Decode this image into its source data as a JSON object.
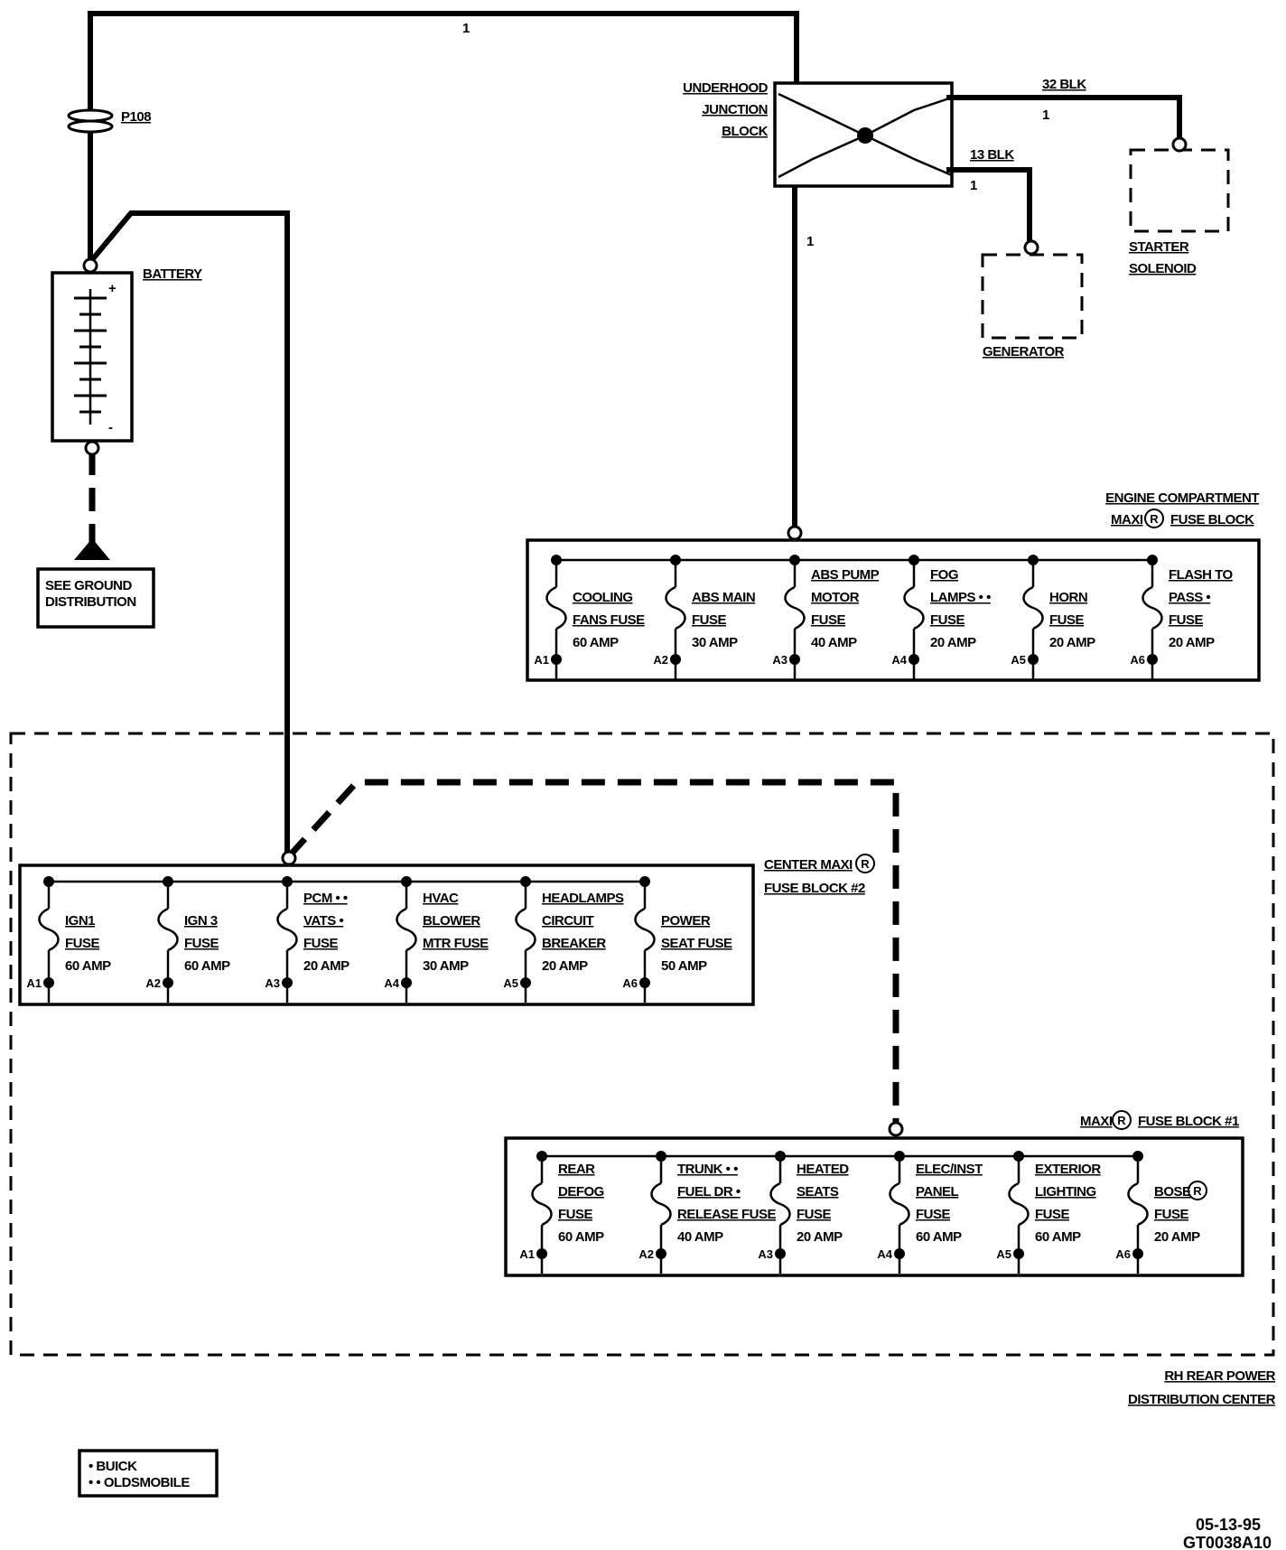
{
  "components": {
    "battery": {
      "label": "BATTERY",
      "plus": "+",
      "minus": "-"
    },
    "p108": {
      "label": "P108"
    },
    "ground": {
      "line1": "SEE GROUND",
      "line2": "DISTRIBUTION"
    },
    "junction": {
      "line1": "UNDERHOOD",
      "line2": "JUNCTION",
      "line3": "BLOCK"
    },
    "generator": {
      "label": "GENERATOR"
    },
    "starter": {
      "line1": "STARTER",
      "line2": "SOLENOID"
    }
  },
  "wires": {
    "top": "1",
    "junction_down": "1",
    "starter_wire": "32 BLK",
    "starter_num": "1",
    "generator_wire": "13 BLK",
    "generator_num": "1"
  },
  "engine_block": {
    "title1": "ENGINE COMPARTMENT",
    "title2a": "MAXI",
    "title2b": "FUSE BLOCK",
    "fuses": [
      {
        "pin": "A1",
        "lines": [
          "COOLING",
          "FANS FUSE"
        ],
        "amp": "60 AMP"
      },
      {
        "pin": "A2",
        "lines": [
          "ABS MAIN",
          "FUSE"
        ],
        "amp": "30 AMP"
      },
      {
        "pin": "A3",
        "lines": [
          "ABS PUMP",
          "MOTOR",
          "FUSE"
        ],
        "amp": "40 AMP"
      },
      {
        "pin": "A4",
        "lines": [
          "FOG",
          "LAMPS • •",
          "FUSE"
        ],
        "amp": "20 AMP"
      },
      {
        "pin": "A5",
        "lines": [
          "HORN",
          "FUSE"
        ],
        "amp": "20 AMP"
      },
      {
        "pin": "A6",
        "lines": [
          "FLASH TO",
          "PASS •",
          "FUSE"
        ],
        "amp": "20 AMP"
      }
    ]
  },
  "center_block": {
    "title1a": "CENTER MAXI",
    "title2": "FUSE BLOCK #2",
    "fuses": [
      {
        "pin": "A1",
        "lines": [
          "IGN1",
          "FUSE"
        ],
        "amp": "60 AMP"
      },
      {
        "pin": "A2",
        "lines": [
          "IGN 3",
          "FUSE"
        ],
        "amp": "60 AMP"
      },
      {
        "pin": "A3",
        "lines": [
          "PCM • •",
          "VATS •",
          "FUSE"
        ],
        "amp": "20 AMP"
      },
      {
        "pin": "A4",
        "lines": [
          "HVAC",
          "BLOWER",
          "MTR FUSE"
        ],
        "amp": "30 AMP"
      },
      {
        "pin": "A5",
        "lines": [
          "HEADLAMPS",
          "CIRCUIT",
          "BREAKER"
        ],
        "amp": "20 AMP"
      },
      {
        "pin": "A6",
        "lines": [
          "POWER",
          "SEAT FUSE"
        ],
        "amp": "50 AMP"
      }
    ]
  },
  "maxi1_block": {
    "title_a": "MAXI",
    "title_b": "FUSE BLOCK #1",
    "fuses": [
      {
        "pin": "A1",
        "lines": [
          "REAR",
          "DEFOG",
          "FUSE"
        ],
        "amp": "60 AMP"
      },
      {
        "pin": "A2",
        "lines": [
          "TRUNK • •",
          "FUEL DR •",
          "RELEASE FUSE"
        ],
        "amp": "40 AMP"
      },
      {
        "pin": "A3",
        "lines": [
          "HEATED",
          "SEATS",
          "FUSE"
        ],
        "amp": "20 AMP"
      },
      {
        "pin": "A4",
        "lines": [
          "ELEC/INST",
          "PANEL",
          "FUSE"
        ],
        "amp": "60 AMP"
      },
      {
        "pin": "A5",
        "lines": [
          "EXTERIOR",
          "LIGHTING",
          "FUSE"
        ],
        "amp": "60 AMP"
      },
      {
        "pin": "A6",
        "lines": [
          "BOSE",
          "FUSE"
        ],
        "amp": "20 AMP",
        "reg": true
      }
    ]
  },
  "rh_rear": {
    "line1": "RH REAR POWER",
    "line2": "DISTRIBUTION CENTER"
  },
  "legend": {
    "line1": "• BUICK",
    "line2": "• • OLDSMOBILE"
  },
  "footer": {
    "date": "05-13-95",
    "code": "GT0038A10"
  },
  "reg_mark": "R"
}
